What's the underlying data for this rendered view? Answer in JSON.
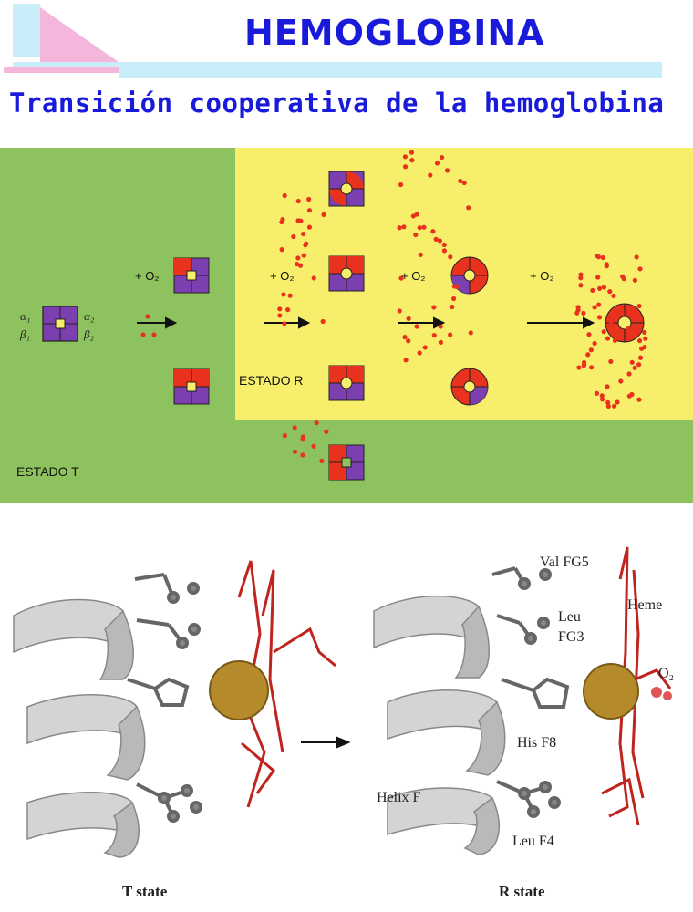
{
  "header": {
    "title": "HEMOGLOBINA",
    "subtitle": "Transición cooperativa de la hemoglobina"
  },
  "top_figure": {
    "oxygen_label": "+ O₂",
    "state_r_label": "ESTADO R",
    "state_t_label": "ESTADO T",
    "subunit_labels": [
      "α₁",
      "β₁",
      "α₂",
      "β₂"
    ]
  },
  "bottom_figure": {
    "residue_labels": [
      "Val FG5",
      "Leu",
      "FG3",
      "Heme",
      "O₂",
      "His F8",
      "Helix F",
      "Leu F4"
    ],
    "left_caption": "T state",
    "right_caption": "R state"
  },
  "colors": {
    "title_blue": "#1a1adb",
    "green_bg": "#8ec25e",
    "yellow_bg": "#f7ef6b",
    "subunit_purple": "#7b3fb0",
    "oxygen_red": "#e8321e",
    "heme_red": "#c0241e",
    "iron_gold": "#b58a2a"
  }
}
